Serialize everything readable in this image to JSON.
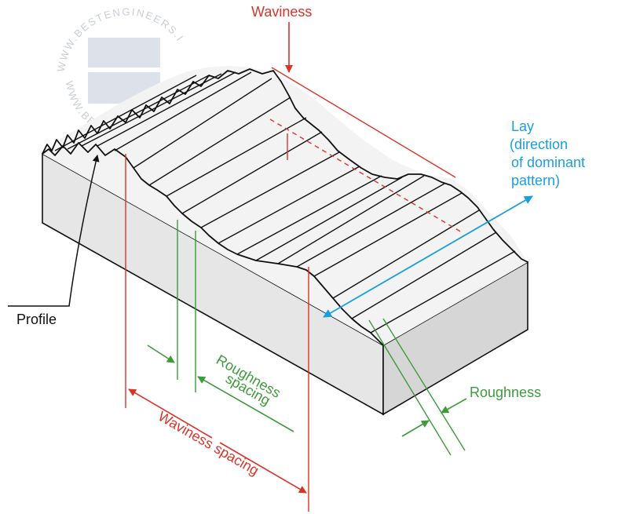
{
  "labels": {
    "waviness": "Waviness",
    "lay_line1": "Lay",
    "lay_line2": "(direction",
    "lay_line3": "of dominant",
    "lay_line4": "pattern)",
    "profile": "Profile",
    "roughness_spacing_line1": "Roughness",
    "roughness_spacing_line2": "spacing",
    "roughness": "Roughness",
    "waviness_spacing": "Waviness spacing"
  },
  "watermark": {
    "line1": "WWW.BESTENGINEERS.IE",
    "line2": "WWW.BESTENGINEERS.IE"
  },
  "colors": {
    "waviness": "#d9342b",
    "roughness": "#3f9a3c",
    "lay": "#1b9fd9",
    "profile": "#111111",
    "block_outline": "#111111",
    "block_top": "#f4f4f4",
    "block_front": "#e6e6e6",
    "block_side": "#d8d8d8"
  }
}
